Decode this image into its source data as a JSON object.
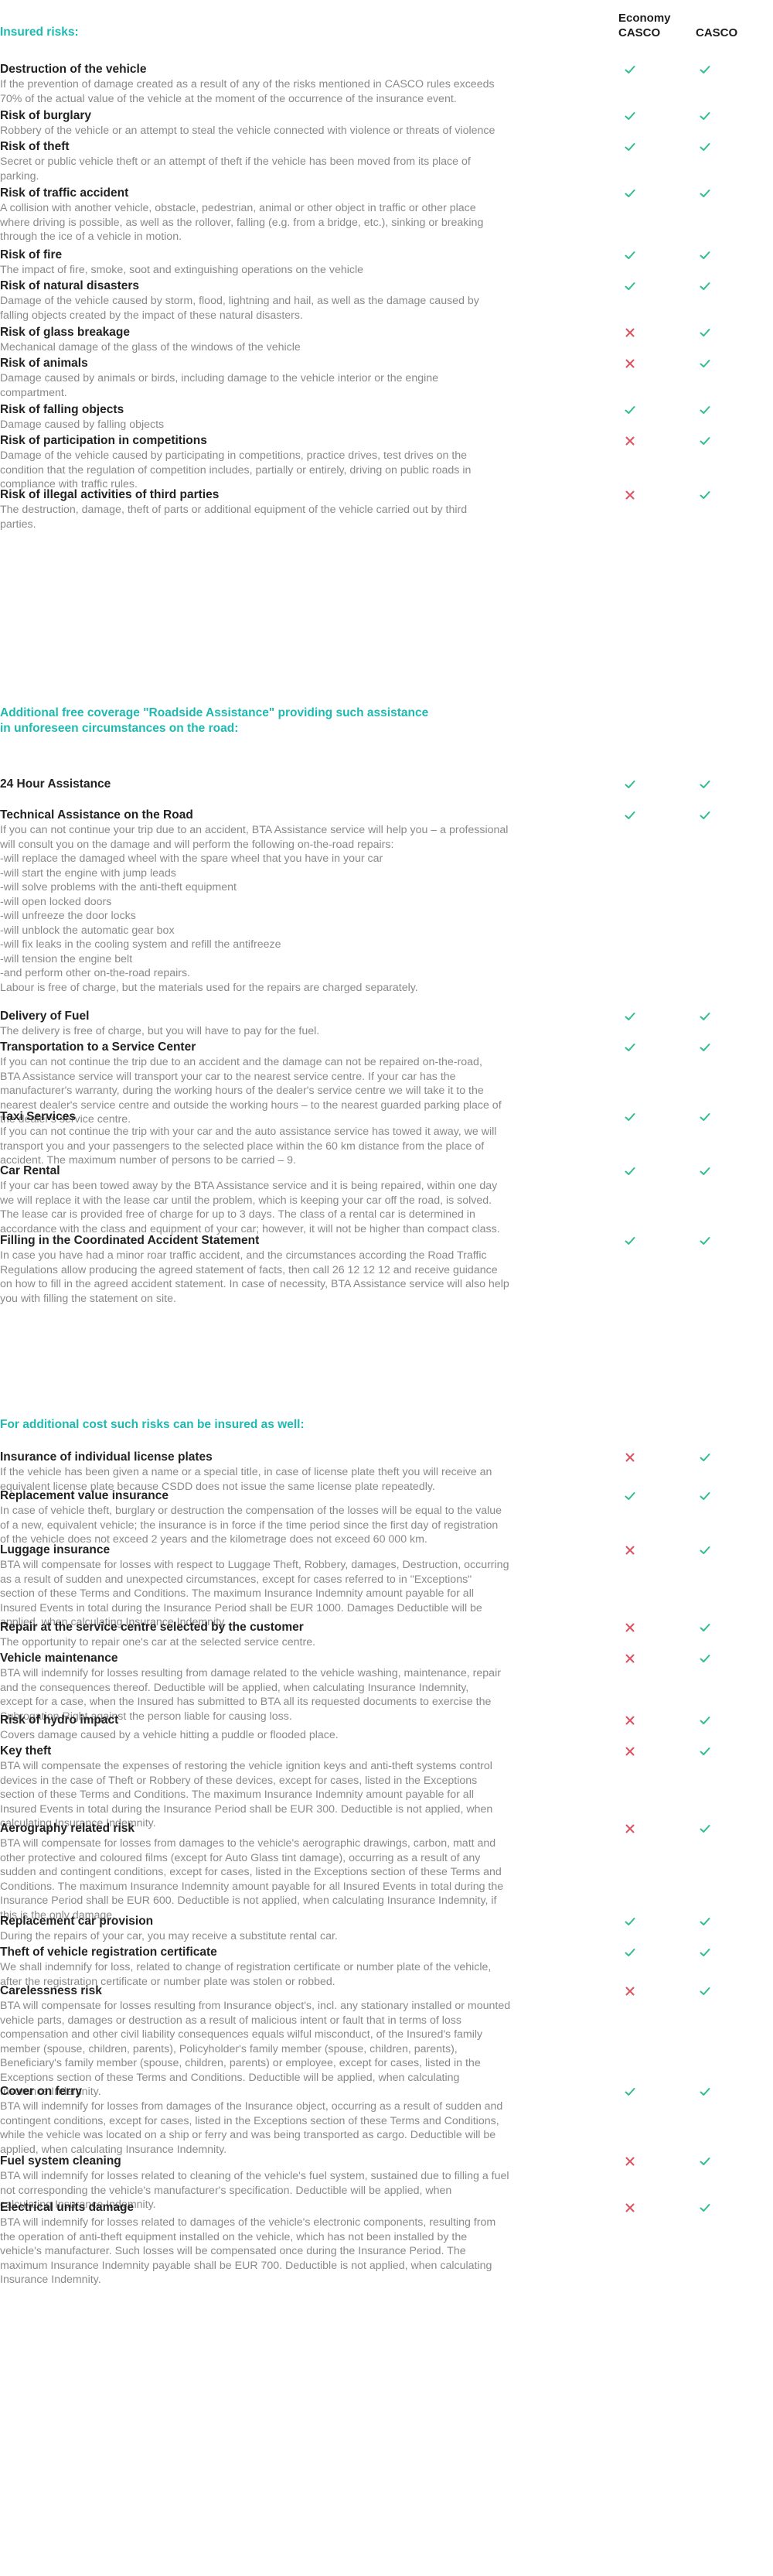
{
  "columns": {
    "economy": "Economy\nCASCO",
    "casco": "CASCO"
  },
  "colors": {
    "accent": "#20b9b1",
    "check": "#2fbf8c",
    "cross": "#e05060"
  },
  "sections": [
    {
      "id": "insured",
      "title": "Insured risks:"
    },
    {
      "id": "roadside",
      "title": "Additional free coverage \"Roadside Assistance\" providing such assistance\nin unforeseen circumstances on the road:"
    },
    {
      "id": "additional",
      "title": "For additional cost such risks can be insured as well:"
    }
  ],
  "rows": [
    {
      "title": "Destruction of the vehicle",
      "desc": "If the prevention of damage created as a result of any of the risks mentioned in CASCO rules exceeds\n70% of the actual value of the vehicle at the moment of the occurrence of the insurance event.",
      "economy": "check-icon",
      "casco": "check-icon"
    },
    {
      "title": "Risk of burglary",
      "desc": "Robbery of the vehicle or an attempt to steal the vehicle connected with violence or threats of violence",
      "economy": "check-icon",
      "casco": "check-icon"
    },
    {
      "title": "Risk of theft",
      "desc": "Secret or public vehicle theft or an attempt of theft if the vehicle has been moved from its place of\nparking.",
      "economy": "check-icon",
      "casco": "check-icon"
    },
    {
      "title": "Risk of traffic accident",
      "desc": "A collision with another vehicle, obstacle, pedestrian, animal or other object in traffic or other place\nwhere driving is possible, as well as the rollover, falling (e.g. from a bridge, etc.), sinking or breaking\nthrough the ice of a vehicle in motion.",
      "economy": "check-icon",
      "casco": "check-icon"
    },
    {
      "title": "Risk of fire",
      "desc": "The impact of fire, smoke, soot and extinguishing operations on the vehicle",
      "economy": "check-icon",
      "casco": "check-icon"
    },
    {
      "title": "Risk of natural disasters",
      "desc": "Damage of the vehicle caused by storm, flood, lightning and hail, as well as the damage caused by\nfalling objects created by the impact of these natural disasters.",
      "economy": "check-icon",
      "casco": "check-icon"
    },
    {
      "title": "Risk of glass breakage",
      "desc": "Mechanical damage of the glass of the windows of the vehicle",
      "economy": "cross-icon",
      "casco": "check-icon"
    },
    {
      "title": "Risk of animals",
      "desc": "Damage caused by animals or birds, including damage to the vehicle interior or the engine\ncompartment.",
      "economy": "cross-icon",
      "casco": "check-icon"
    },
    {
      "title": "Risk of falling objects",
      "desc": "Damage caused by falling objects",
      "economy": "check-icon",
      "casco": "check-icon"
    },
    {
      "title": "Risk of participation in competitions",
      "desc": "Damage of the vehicle caused by participating in competitions, practice drives, test drives on the\ncondition that the regulation of competition includes, partially or entirely, driving on public roads in\ncompliance with traffic rules.",
      "economy": "cross-icon",
      "casco": "check-icon"
    },
    {
      "title": "Risk of illegal activities of third parties",
      "desc": "The destruction, damage, theft of parts or additional equipment of the vehicle carried out by third\nparties.",
      "economy": "cross-icon",
      "casco": "check-icon"
    },
    {
      "title": "24 Hour Assistance",
      "desc": "",
      "economy": "check-icon",
      "casco": "check-icon"
    },
    {
      "title": "Technical Assistance on the Road",
      "desc": "If you can not continue your trip due to an accident, BTA Assistance service will help you – a professional\nwill consult you on the damage and will perform the following on-the-road repairs:\n-will replace the damaged wheel with the spare wheel that you have in your car\n-will start the engine with jump leads\n-will solve problems with the anti-theft equipment\n-will open locked doors\n-will unfreeze the door locks\n-will unblock the automatic gear box\n-will fix leaks in the cooling system and refill the antifreeze\n-will tension the engine belt\n-and perform other on-the-road repairs.\nLabour is free of charge, but the materials used for the repairs are charged separately.",
      "economy": "check-icon",
      "casco": "check-icon"
    },
    {
      "title": "Delivery of Fuel",
      "desc": "The delivery is free of charge, but you will have to pay for the fuel.",
      "economy": "check-icon",
      "casco": "check-icon"
    },
    {
      "title": "Transportation to a Service Center",
      "desc": "If you can not continue the trip due to an accident and the damage can not be repaired on-the-road,\nBTA Assistance service will transport your car to the nearest service centre. If your car has the\nmanufacturer's warranty, during the working hours of the dealer's service centre we will take it to the\nnearest dealer's service centre and outside the working hours – to the nearest guarded parking place of\nthe dealer's service centre.",
      "economy": "check-icon",
      "casco": "check-icon"
    },
    {
      "title": "Taxi Services",
      "desc": "If you can not continue the trip with your car and the auto assistance service has towed it away, we will\ntransport you and your passengers to the selected place within the 60 km distance from the place of\naccident.  The maximum number of persons to be carried – 9.",
      "economy": "check-icon",
      "casco": "check-icon"
    },
    {
      "title": "Car Rental",
      "desc": "If your car has been towed away by the BTA Assistance service and it is being repaired, within one day\nwe will replace it with the lease car until the problem, which is keeping your car off the road, is solved.\nThe lease car is provided free of charge for up to 3 days. The class of a rental car is determined in\naccordance with the class and equipment of your car; however, it will not be higher than compact class.",
      "economy": "check-icon",
      "casco": "check-icon"
    },
    {
      "title": "Filling in the Coordinated Accident Statement",
      "desc": "In case you have had a minor roar traffic accident, and the circumstances according the Road Traffic\nRegulations allow producing the agreed statement of facts, then call 26 12 12 12 and receive guidance\non how to fill in the agreed accident statement. In case of necessity, BTA Assistance service will also help\nyou with filling the statement on site.",
      "economy": "check-icon",
      "casco": "check-icon"
    },
    {
      "title": "Insurance of individual license plates",
      "desc": "If the vehicle has been given a name or a special title, in case of license plate theft you will receive an\nequivalent license plate because CSDD does not issue the same license plate repeatedly.",
      "economy": "cross-icon",
      "casco": "check-icon"
    },
    {
      "title": "Replacement value insurance",
      "desc": "In case of vehicle theft, burglary or destruction the compensation of the losses will be equal to the value\nof a new, equivalent vehicle; the insurance is in force if the time period since the first day of registration\nof the vehicle does not exceed 2 years and the kilometrage does not exceed 60 000 km.",
      "economy": "check-icon",
      "casco": "check-icon"
    },
    {
      "title": "Luggage insurance",
      "desc": "BTA will compensate for losses with respect to Luggage Theft, Robbery, damages, Destruction, occurring\nas a result of sudden and unexpected circumstances, except for cases referred to in \"Exceptions\"\nsection of these Terms and Conditions. The maximum Insurance Indemnity amount payable for all\nInsured Events in total during the Insurance Period shall be EUR 1000. Damages Deductible will be\napplied, when calculating Insurance Indemnity.",
      "economy": "cross-icon",
      "casco": "check-icon"
    },
    {
      "title": "Repair at the service centre selected by the customer",
      "desc": "The opportunity to repair one's car at the selected service centre.",
      "economy": "cross-icon",
      "casco": "check-icon"
    },
    {
      "title": "Vehicle maintenance",
      "desc": "BTA will indemnify for losses resulting from damage related to the vehicle washing, maintenance, repair\nand the consequences thereof. Deductible will be applied, when calculating Insurance Indemnity,\nexcept for a case, when the Insured has submitted to BTA all its requested documents to exercise the\nSubrogation Right against the person liable for causing loss.",
      "economy": "cross-icon",
      "casco": "check-icon"
    },
    {
      "title": "Risk of hydro impact",
      "desc": "Covers damage caused by a vehicle hitting a puddle or flooded place.",
      "economy": "cross-icon",
      "casco": "check-icon"
    },
    {
      "title": "Key theft",
      "desc": "BTA will compensate the expenses of restoring the vehicle ignition keys and anti-theft systems control\ndevices in the case of Theft or Robbery of these devices, except for cases, listed in the Exceptions\nsection of these Terms and Conditions. The maximum Insurance Indemnity amount payable for all\nInsured Events in total during the Insurance Period shall be EUR 300. Deductible is not applied, when\ncalculating Insurance Indemnity.",
      "economy": "cross-icon",
      "casco": "check-icon"
    },
    {
      "title": "Aerography related risk",
      "desc": "BTA will compensate for losses from damages to the vehicle's aerographic drawings, carbon, matt and\nother protective and coloured films (except for Auto Glass tint damage), occurring as a result of any\nsudden and contingent conditions, except for cases, listed in the Exceptions section of these Terms and\nConditions. The maximum Insurance Indemnity amount payable for all Insured Events in total during the\nInsurance Period shall be EUR 600. Deductible is not applied, when calculating Insurance Indemnity, if\nthis is the only damage.",
      "economy": "cross-icon",
      "casco": "check-icon"
    },
    {
      "title": "Replacement car provision",
      "desc": "During the repairs of your car, you may receive a substitute rental car.",
      "economy": "check-icon",
      "casco": "check-icon"
    },
    {
      "title": "Theft of vehicle registration certificate",
      "desc": "We shall indemnify for loss, related to change of registration certificate or number plate of the vehicle,\nafter the registration certificate or number plate was stolen or robbed.",
      "economy": "check-icon",
      "casco": "check-icon"
    },
    {
      "title": "Carelessness risk",
      "desc": "BTA will compensate for losses resulting from Insurance object's, incl. any stationary installed or mounted\nvehicle parts, damages or destruction as a result of malicious intent or fault that in terms of loss\ncompensation and other civil liability consequences equals wilful misconduct, of the Insured's family\nmember (spouse, children, parents), Policyholder's family member (spouse, children, parents),\nBeneficiary's family member (spouse, children, parents) or employee, except for cases, listed in the\nExceptions section of these Terms and Conditions. Deductible will be applied, when calculating\nInsurance Indemnity.",
      "economy": "cross-icon",
      "casco": "check-icon"
    },
    {
      "title": "Cover on ferry",
      "desc": "BTA will indemnify for losses from damages of the Insurance object, occurring as a result of sudden and\ncontingent conditions, except for cases, listed in the Exceptions section of these Terms and Conditions,\nwhile the vehicle was located on a ship or ferry and was being transported as cargo. Deductible will be\napplied, when calculating Insurance Indemnity.",
      "economy": "check-icon",
      "casco": "check-icon"
    },
    {
      "title": "Fuel system cleaning",
      "desc": "BTA will indemnify for losses related to cleaning of the vehicle's fuel system, sustained due to filling a fuel\nnot corresponding the vehicle's manufacturer's specification. Deductible will be applied, when\ncalculating Insurance Indemnity.",
      "economy": "cross-icon",
      "casco": "check-icon"
    },
    {
      "title": "Electrical units damage",
      "desc": "BTA will indemnify for losses related to damages of the vehicle's electronic components, resulting from\nthe operation of anti-theft equipment installed on the vehicle, which has not been installed by the\nvehicle's manufacturer. Such losses will be compensated once during the Insurance Period. The\nmaximum Insurance Indemnity payable shall be EUR 700. Deductible is not applied, when calculating\nInsurance Indemnity.",
      "economy": "cross-icon",
      "casco": "check-icon"
    }
  ]
}
